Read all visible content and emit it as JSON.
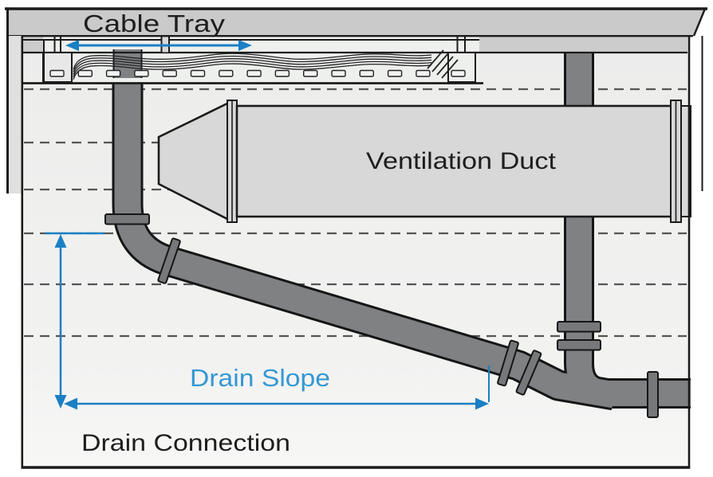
{
  "figure": {
    "type": "building-services-section-diagram",
    "labels": {
      "cable_tray": "Cable Tray",
      "ventilation_duct": "Ventilation Duct",
      "drain_slope": "Drain Slope",
      "drain_connection": "Drain Connection"
    },
    "colors": {
      "annotation_blue": "#1a80c4",
      "label_blue": "#3498d3",
      "pipe_gray": "#7f8183",
      "pipe_outline": "#161616",
      "duct_gray": "#d7d8d7",
      "slab_gray": "#c9cac9",
      "band_gray": "#cbcccb",
      "wall_gray": "#dfe0df",
      "interior_gray": "#efefee",
      "dash_gray": "#555555",
      "text_dark": "#1e1e1e"
    },
    "components": [
      "ceiling-slab",
      "cable-tray",
      "cable-bundle",
      "tray-perforations",
      "hanger-rods",
      "left-drain-riser",
      "drain-slope-pipe",
      "pipe-flanges",
      "ventilation-duct",
      "duct-transition-cone",
      "right-vertical-pipe",
      "drain-connection-pipe",
      "dimension-arrows"
    ]
  }
}
